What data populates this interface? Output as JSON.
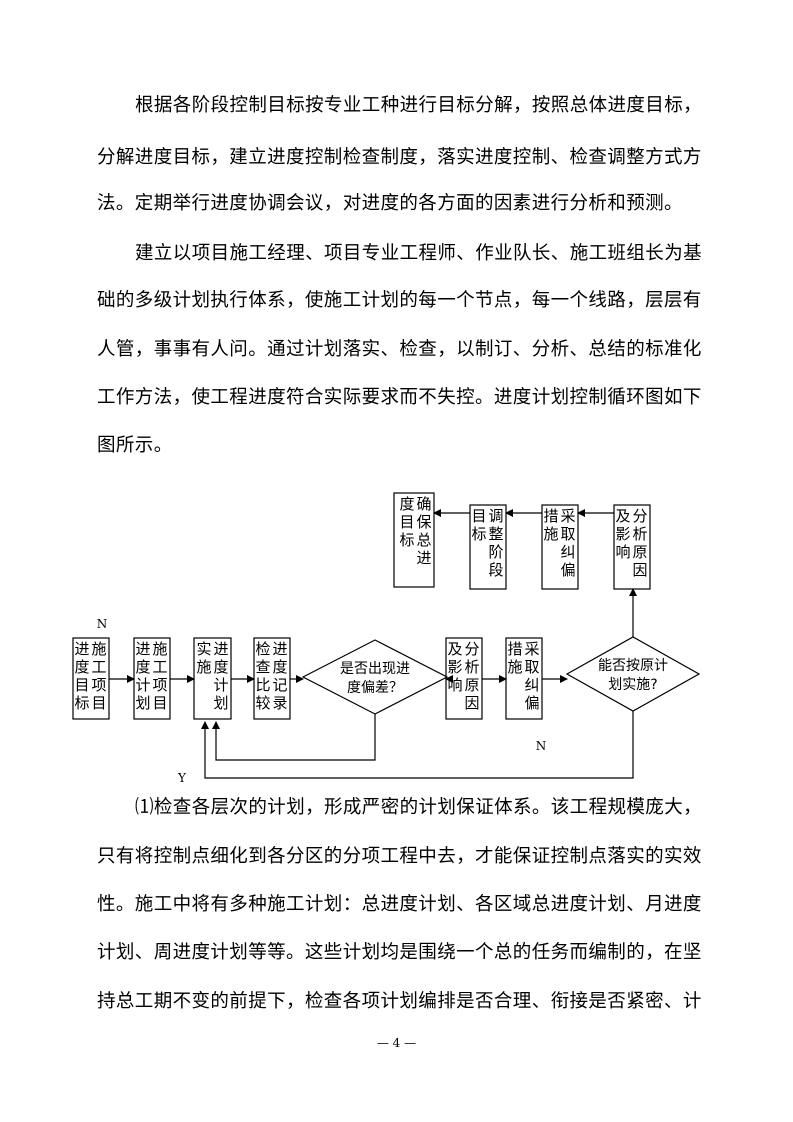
{
  "paragraph1": {
    "lines": [
      "根据各阶段控制目标按专业工种进行目标分解，按照总体进度目标，",
      "分解进度目标，建立进度控制检查制度，落实进度控制、检查调整方式方",
      "法。定期举行进度协调会议，对进度的各方面的因素进行分析和预测。"
    ]
  },
  "paragraph2": {
    "lines": [
      "建立以项目施工经理、项目专业工程师、作业队长、施工班组长为基",
      "础的多级计划执行体系，使施工计划的每一个节点，每一个线路，层层有",
      "人管，事事有人问。通过计划落实、检查，以制订、分析、总结的标准化",
      "工作方法，使工程进度符合实际要求而不失控。进度计划控制循环图如下",
      "图所示。"
    ]
  },
  "flowchart": {
    "boxes": [
      {
        "id": "b1",
        "cols": [
          "施工项目",
          "进度目标"
        ]
      },
      {
        "id": "b2",
        "cols": [
          "施工项目",
          "进度计划"
        ]
      },
      {
        "id": "b3",
        "cols": [
          "进度计划",
          "实施"
        ]
      },
      {
        "id": "b4",
        "cols": [
          "进度记录",
          "检查比较"
        ]
      },
      {
        "id": "b5",
        "cols": [
          "分析原因",
          "及影响"
        ]
      },
      {
        "id": "b6",
        "cols": [
          "采取纠偏",
          "措施"
        ]
      },
      {
        "id": "t1",
        "cols": [
          "分析原因",
          "及影响"
        ]
      },
      {
        "id": "t2",
        "cols": [
          "采取纠偏",
          "措施"
        ]
      },
      {
        "id": "t3",
        "cols": [
          "调整阶段",
          "目标"
        ]
      },
      {
        "id": "t4",
        "cols": [
          "确保总进",
          "度目标"
        ]
      }
    ],
    "diamonds": [
      {
        "id": "d1",
        "lines": [
          "是否出现进",
          "度偏差？"
        ]
      },
      {
        "id": "d2",
        "lines": [
          "能否按原计",
          "划实施?"
        ]
      }
    ],
    "labels": {
      "n_top": "N",
      "n_right": "N",
      "y_bottom": "Y"
    }
  },
  "paragraph3": {
    "lines": [
      "⑴检查各层次的计划，形成严密的计划保证体系。该工程规模庞大，",
      "只有将控制点细化到各分区的分项工程中去，才能保证控制点落实的实效",
      "性。施工中将有多种施工计划：总进度计划、各区域总进度计划、月进度",
      "计划、周进度计划等等。这些计划均是围绕一个总的任务而编制的，在坚",
      "持总工期不变的前提下，检查各项计划编排是否合理、衔接是否紧密、计"
    ]
  },
  "footer": {
    "page": "— 4 —"
  }
}
